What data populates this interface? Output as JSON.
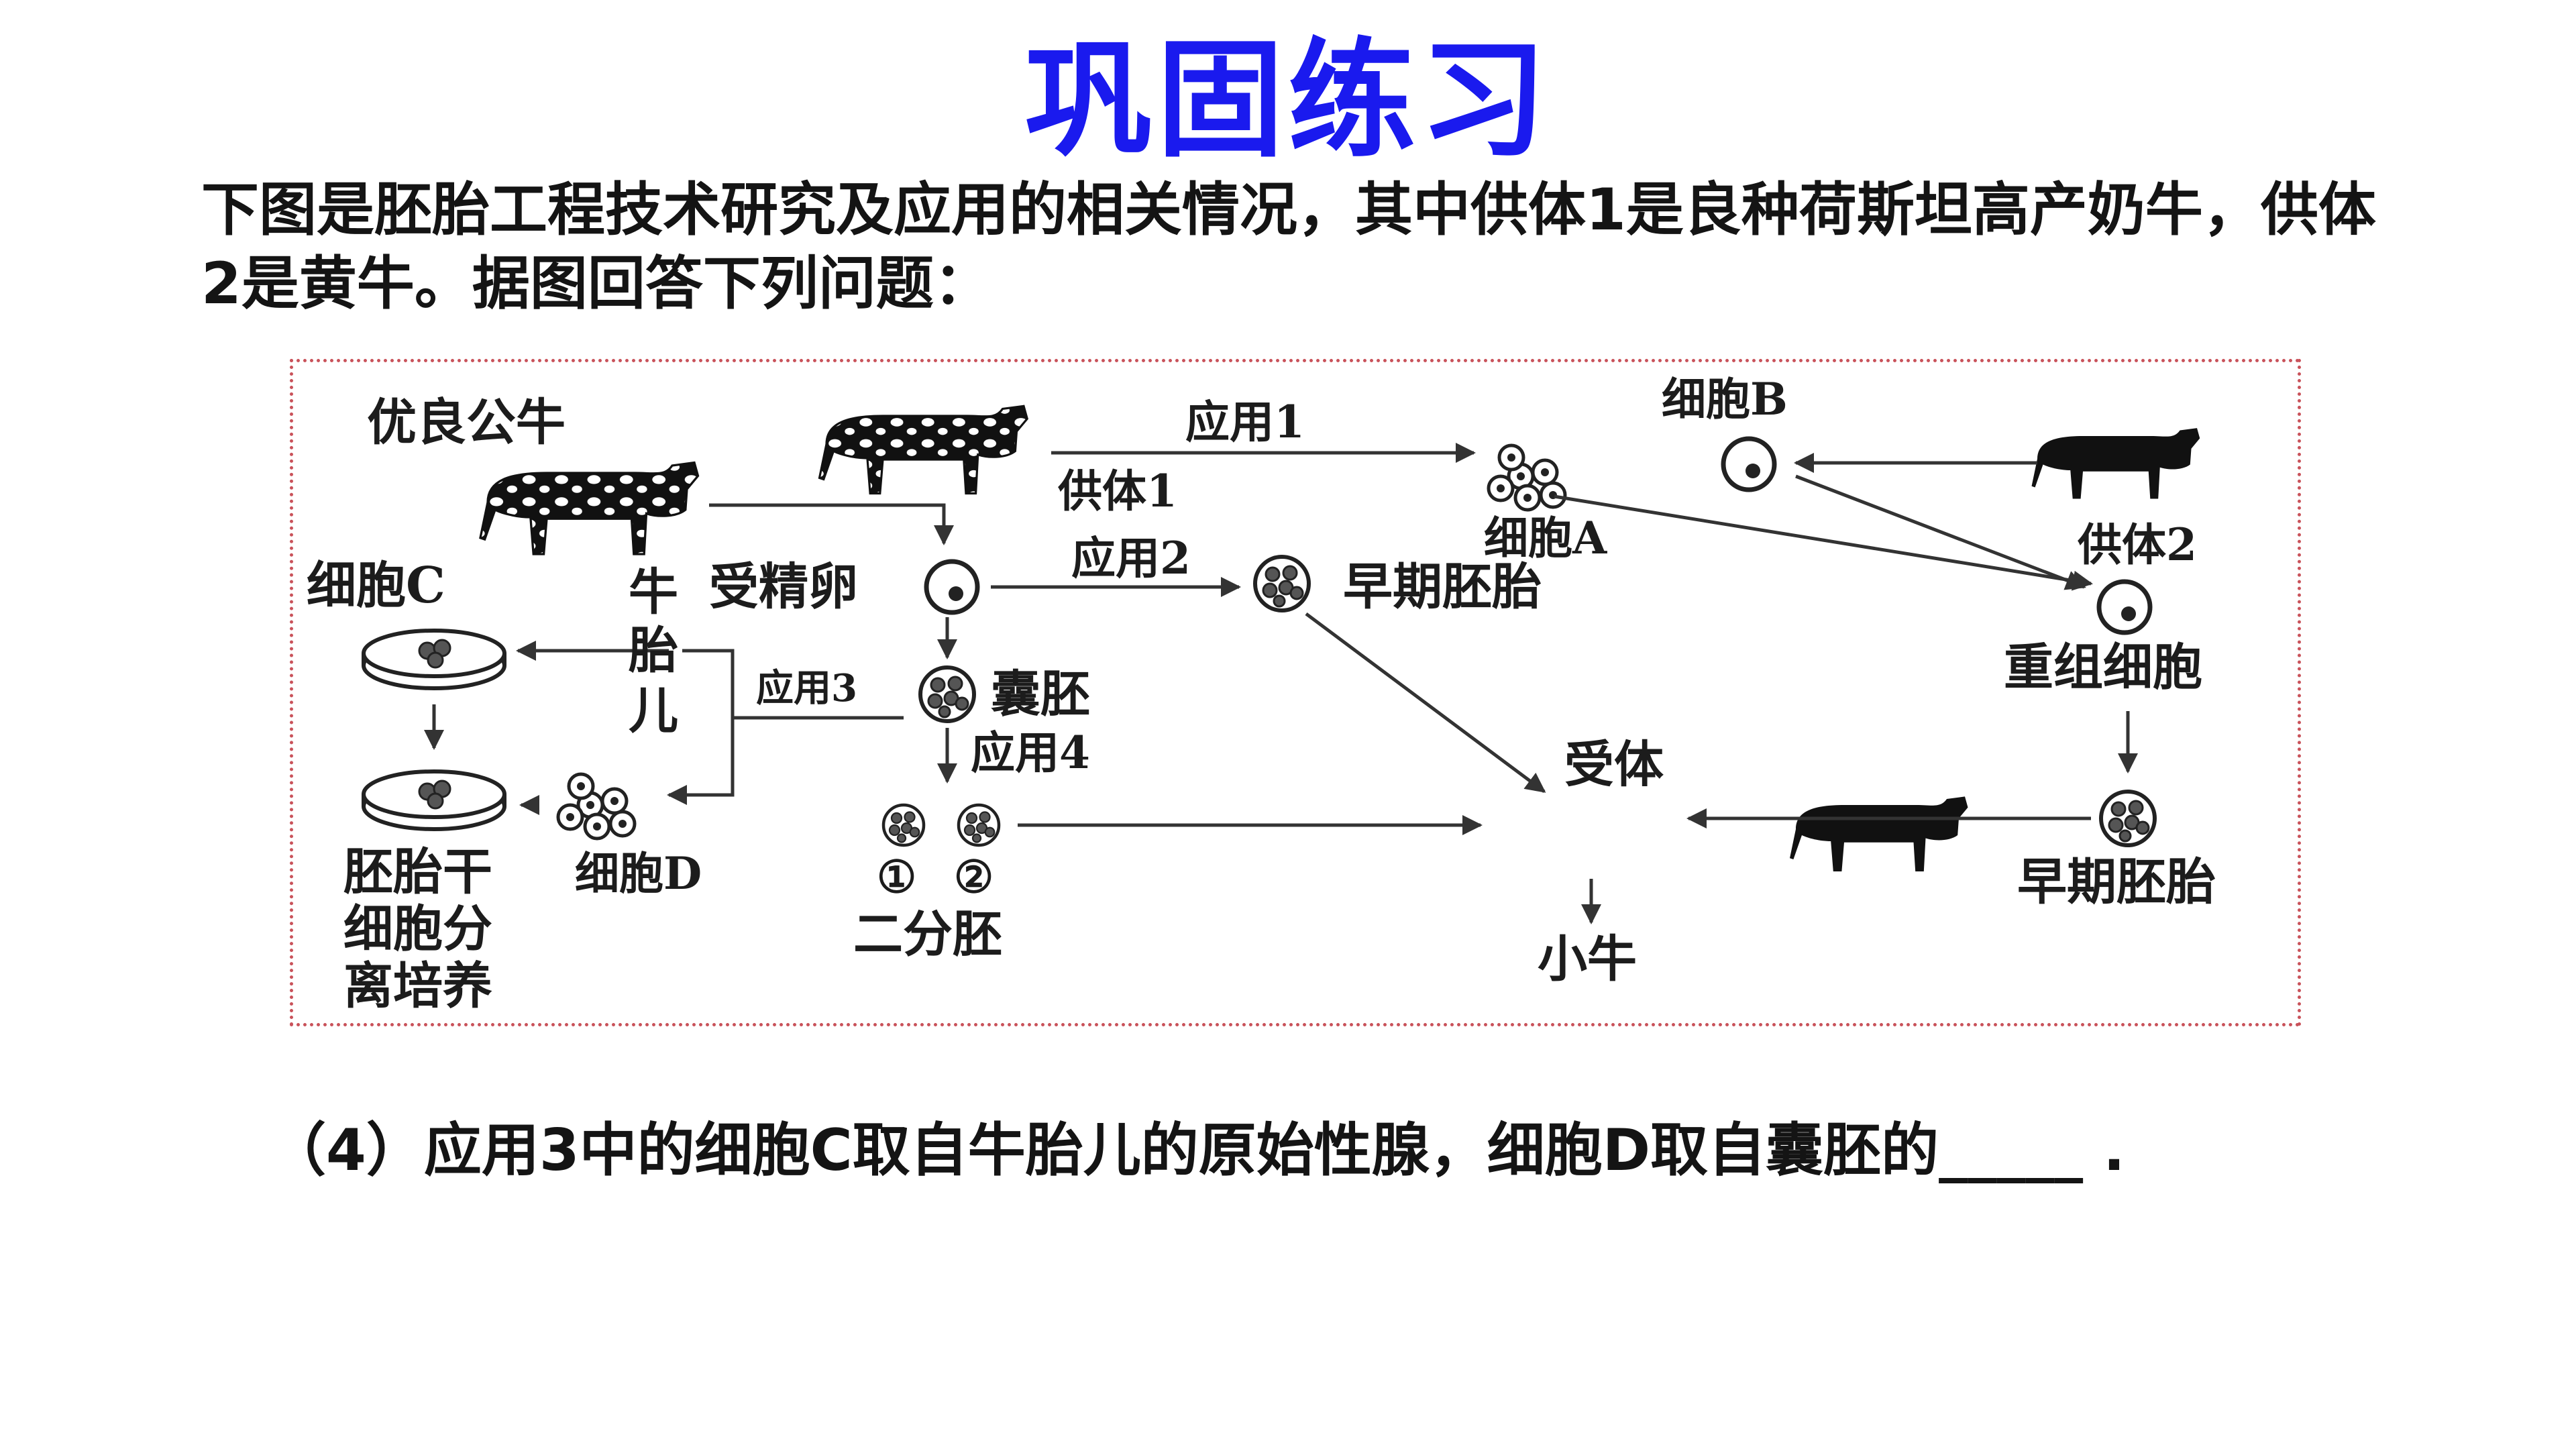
{
  "title": "巩固练习",
  "intro": "下图是胚胎工程技术研究及应用的相关情况，其中供体1是良种荷斯坦高产奶牛，供体2是黄牛。据图回答下列问题：",
  "figure": {
    "labels": {
      "bull": "优良公牛",
      "donor1": "供体1",
      "donor2": "供体2",
      "app1": "应用1",
      "app2": "应用2",
      "app3": "应用3",
      "app4": "应用4",
      "cell_a": "细胞A",
      "cell_b": "细胞B",
      "cell_c": "细胞C",
      "cell_d": "细胞D",
      "fertilized_egg": "受精卵",
      "blastocyst": "囊胚",
      "early_embryo_1": "早期胚胎",
      "early_embryo_2": "早期胚胎",
      "recombinant_cell": "重组细胞",
      "fetus_1": "牛",
      "fetus_2": "胎",
      "fetus_3": "儿",
      "recipient": "受体",
      "calf": "小牛",
      "circle_1": "①",
      "circle_2": "②",
      "two_cell_embryo": "二分胚",
      "stem_1": "胚胎干",
      "stem_2": "细胞分",
      "stem_3": "离培养"
    },
    "icons": {
      "bull": "dairy-cow-icon",
      "donor1": "dairy-cow-icon",
      "donor2": "yellow-cattle-icon",
      "recipient": "recipient-cow-icon"
    }
  },
  "question": "（4）应用3中的细胞C取自牛胎儿的原始性腺，细胞D取自囊胚的_____ ."
}
